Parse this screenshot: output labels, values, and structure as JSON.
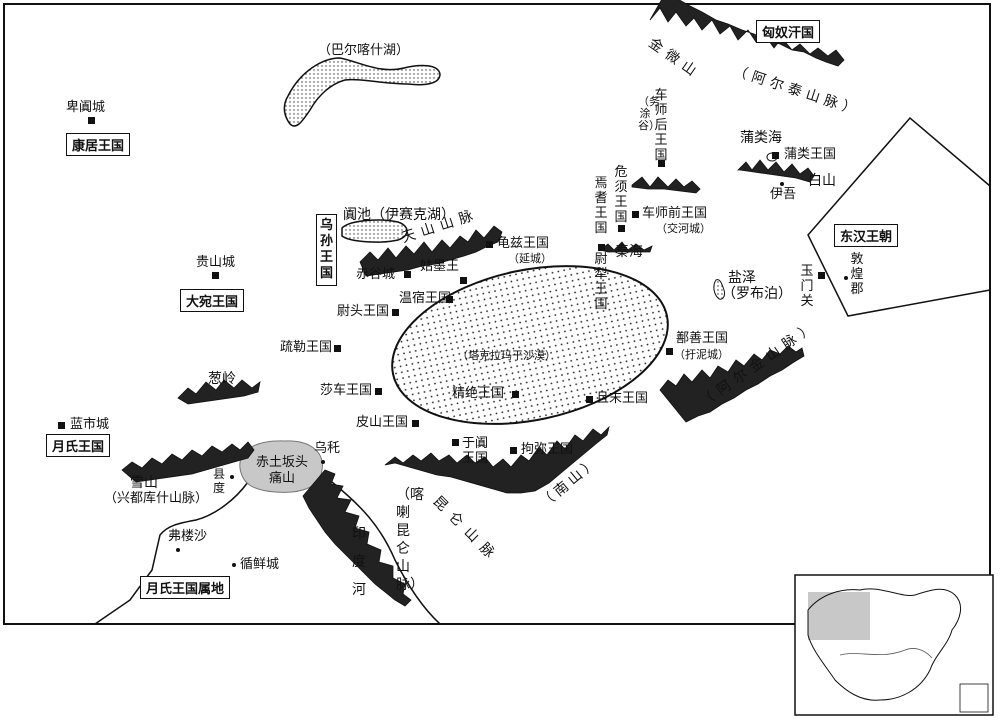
{
  "kingdoms": {
    "xiongnu": "匈奴汗国",
    "kangju": "康居王国",
    "wusun": "乌孙王国",
    "dayuan": "大宛王国",
    "yuezhi": "月氏王国",
    "yuezhi_territory": "月氏王国属地",
    "donghan": "东汉王朝"
  },
  "lakes": {
    "balkhash": "（巴尔喀什湖）",
    "issyk": "阗池（伊赛克湖）",
    "puleihai": "蒲类海",
    "qinhai": "秦海",
    "yanze": "盐泽",
    "lopnur": "（罗布泊）"
  },
  "desert": "（塔克拉玛干沙漠）",
  "mountains": {
    "jinwei": "金微山",
    "altai": "（阿尔泰山脉）",
    "tianshan": "天山山脉",
    "baishan": "白山",
    "congling": "葱岭",
    "xueshan": "雪山",
    "xingdu": "（兴都库什山脉）",
    "altun": "（阿尔金山脉）",
    "kunlun_south": "（南山）",
    "karakoram": "（喀喇昆仑山脉）",
    "kunlun_mid": "昆仑山脉"
  },
  "river": "印度河",
  "places": {
    "beiyan": "卑阗城",
    "guishan": "贵山城",
    "jushi_hou": "车师后王国",
    "wutugu": "（务涂谷）",
    "pulei_wang": "蒲类王国",
    "yiwu": "伊吾",
    "weixu": "危须王国",
    "jushi_qian": "车师前王国",
    "jiaohe": "（交河城）",
    "yanqi": "焉耆王国",
    "weili": "尉犁王国",
    "qiuci": "龟兹王国",
    "yancheng": "（延城）",
    "chigu": "赤谷城",
    "gumo": "姑墨王",
    "wensu": "温宿王国",
    "weitou": "尉头王国",
    "shule": "疏勒王国",
    "shache": "莎车王国",
    "jingjue": "精绝王国",
    "qiemo": "且末王国",
    "shanshan": "鄯善王国",
    "handi": "（扜泥城）",
    "yumenguan": "玉门关",
    "dunhuang": "敦煌郡",
    "pishan": "皮山王国",
    "yutian": "于阗王国",
    "jumi": "拘弥王国",
    "lanshi": "蓝市城",
    "wutuo": "乌秅",
    "chitu": "赤土坂头痛山",
    "xiandu": "县度",
    "fuloushao": "弗楼沙",
    "xunxian": "循鲜城"
  }
}
